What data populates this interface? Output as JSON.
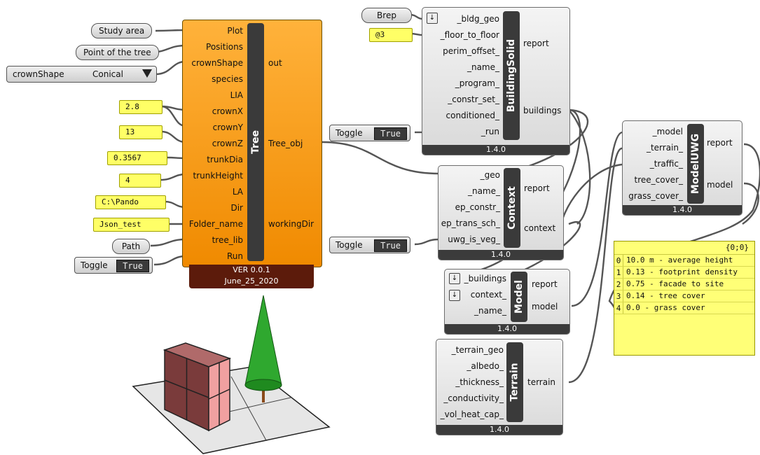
{
  "inputs": {
    "study_area": "Study area",
    "point_tree": "Point of the tree",
    "crown_list": {
      "label": "crownShape",
      "value": "Conical"
    },
    "crownX": "2.8",
    "crownZ": "13",
    "trunkDia": "0.3567",
    "trunkHeight": "4",
    "dir": "C:\\Pando",
    "folder_name": "Json_test",
    "path": "Path",
    "toggle_run": {
      "label": "Toggle",
      "value": "True"
    },
    "brep": "Brep",
    "floor_val": "@3",
    "toggle_bldg": {
      "label": "Toggle",
      "value": "True"
    },
    "toggle_veg": {
      "label": "Toggle",
      "value": "True"
    }
  },
  "tree": {
    "nick": "Tree",
    "inputs": [
      "Plot",
      "Positions",
      "crownShape",
      "species",
      "LIA",
      "crownX",
      "crownY",
      "crownZ",
      "trunkDia",
      "trunkHeight",
      "LA",
      "Dir",
      "Folder_name",
      "tree_lib",
      "Run"
    ],
    "outputs": [
      "out",
      "Tree_obj",
      "workingDir"
    ],
    "version": "VER 0.0.1",
    "date": "June_25_2020"
  },
  "building_solid": {
    "nick": "BuildingSolid",
    "inputs": [
      "_bldg_geo",
      "_floor_to_floor",
      "perim_offset_",
      "_name_",
      "_program_",
      "_constr_set_",
      "conditioned_",
      "_run"
    ],
    "outputs": [
      "report",
      "buildings"
    ],
    "version": "1.4.0"
  },
  "model_uwg": {
    "nick": "ModelUWG",
    "inputs": [
      "_model",
      "_terrain_",
      "_traffic_",
      "tree_cover_",
      "grass_cover_"
    ],
    "outputs": [
      "report",
      "model"
    ],
    "version": "1.4.0"
  },
  "context": {
    "nick": "Context",
    "inputs": [
      "_geo",
      "_name_",
      "ep_constr_",
      "ep_trans_sch_",
      "uwg_is_veg_"
    ],
    "outputs": [
      "report",
      "context"
    ],
    "version": "1.4.0"
  },
  "model": {
    "nick": "Model",
    "inputs": [
      "_buildings",
      "context_",
      "_name_"
    ],
    "outputs": [
      "report",
      "model"
    ],
    "version": "1.4.0"
  },
  "terrain": {
    "nick": "Terrain",
    "inputs": [
      "_terrain_geo",
      "_albedo_",
      "_thickness_",
      "_conductivity_",
      "_vol_heat_cap_"
    ],
    "outputs": [
      "terrain"
    ],
    "version": "1.4.0"
  },
  "output_panel": {
    "header": "{0;0}",
    "rows": [
      {
        "i": "0",
        "text": "10.0 m - average height"
      },
      {
        "i": "1",
        "text": "0.13 - footprint density"
      },
      {
        "i": "2",
        "text": "0.75 - facade to site"
      },
      {
        "i": "3",
        "text": "0.14 - tree cover"
      },
      {
        "i": "4",
        "text": "0.0 - grass cover"
      }
    ]
  },
  "colors": {
    "orange": "#f59a1f",
    "dark_footer": "#5a1a0a",
    "panel_yellow": "#ffff66",
    "wire": "#5a5a5a"
  }
}
